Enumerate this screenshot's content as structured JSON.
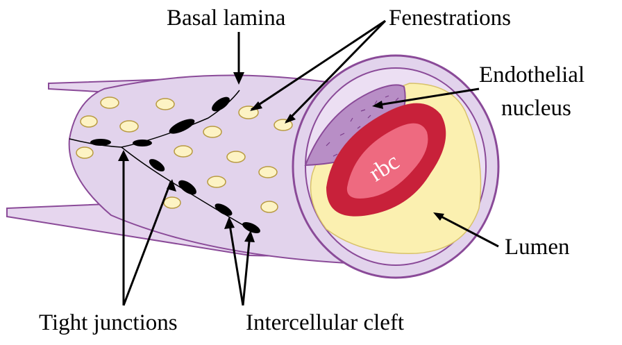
{
  "labels": {
    "basal_lamina": "Basal lamina",
    "fenestrations": "Fenestrations",
    "endothelial_1": "Endothelial",
    "endothelial_2": "nucleus",
    "lumen": "Lumen",
    "tight_junctions": "Tight junctions",
    "intercellular_cleft": "Intercellular cleft",
    "rbc": "rbc"
  },
  "colors": {
    "vessel_wall": "#e2d3ec",
    "vessel_outline": "#8a4a98",
    "lumen": "#fbf0b0",
    "rbc_outer": "#c8213a",
    "rbc_inner": "#ee6a80",
    "nucleus": "#b88ec6",
    "fenestra": "#fdf3c4",
    "junction": "#000000"
  }
}
